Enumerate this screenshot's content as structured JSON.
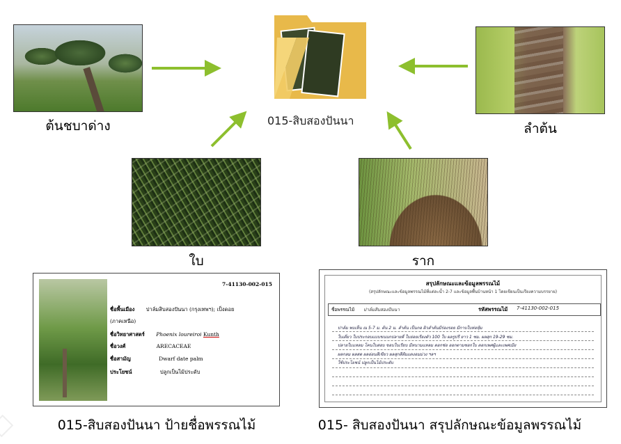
{
  "folder": {
    "label": "015-สิบสองปันนา"
  },
  "photos": {
    "palm_tree": {
      "caption": "ต้นชบาด่าง"
    },
    "trunk": {
      "caption": "ลำต้น"
    },
    "leaves": {
      "caption": "ใบ"
    },
    "roots": {
      "caption": "ราก"
    }
  },
  "plate": {
    "code": "7-41130-002-015",
    "rows": [
      {
        "key": "ชื่อพื้นเมือง",
        "value": "ปาล์มสิบสองปันนา (กรุงเทพฯ); เป็งดอย"
      },
      {
        "key": "",
        "value": "(ภาคเหนือ)"
      },
      {
        "key": "ชื่อวิทยาศาสตร์",
        "value_sci": "Phoenix loureiroi",
        "value_auth": "Kunth"
      },
      {
        "key": "ชื่อวงศ์",
        "value": "ARECACEAE"
      },
      {
        "key": "ชื่อสามัญ",
        "value": "Dwarf date palm"
      },
      {
        "key": "ประโยชน์",
        "value": "ปลูกเป็นไม้ประดับ"
      }
    ],
    "caption": "015-สิบสองปันนา ป้ายชื่อพรรณไม้"
  },
  "form": {
    "title": "สรุปลักษณะและข้อมูลพรรณไม้",
    "note": "(สรุปลักษณะและข้อมูลพรรณไม้ที่แต่ละน้ำ 2-7 และข้อมูลพื้นบ้านหน้า 1 โดยเขียนเป็นเรียงความบรรยาย)",
    "name_label": "ชื่อพรรณไม้",
    "name_value": "ปาล์มสิบสองปันนา",
    "code_label": "รหัสพรรณไม้",
    "code_value": "7-41130-002-015",
    "handwriting": [
      "ปาล์ม พบเห็น ณ 5-7 ม. ต้น 2 ม. ลำต้น เป็นกอ ผิวลำต้นมีร่องรอย มีกาบใบห่อหุ้ม",
      "ใบเดี่ยว ใบประกอบแบบขนนกปลายคี่ ใบย่อยเรียงตัว 100 ใบ ผลรูปรี ยาว 1 ซม. ผลสุก 19-29 ซม.",
      "ปลายใบแหลม โคนใบสอบ ขอบใบเรียบ มีหนามแหลม ดอกช่อ ออกตามซอกใบ ดอกเพศผู้และเพศเมีย",
      "ผลกลม ผลสด ผลอ่อนสีเขียว ผลสุกสีส้มแดงอมม่วง ฯลฯ",
      "ใช้ประโยชน์ ปลูกเป็นไม้ประดับ"
    ],
    "caption": "015- สิบสองปันนา สรุปลักษณะข้อมูลพรรณไม้"
  },
  "colors": {
    "arrow": "#8dbf2e",
    "folder_front": "#f5d67a",
    "folder_back": "#e8b94a"
  }
}
